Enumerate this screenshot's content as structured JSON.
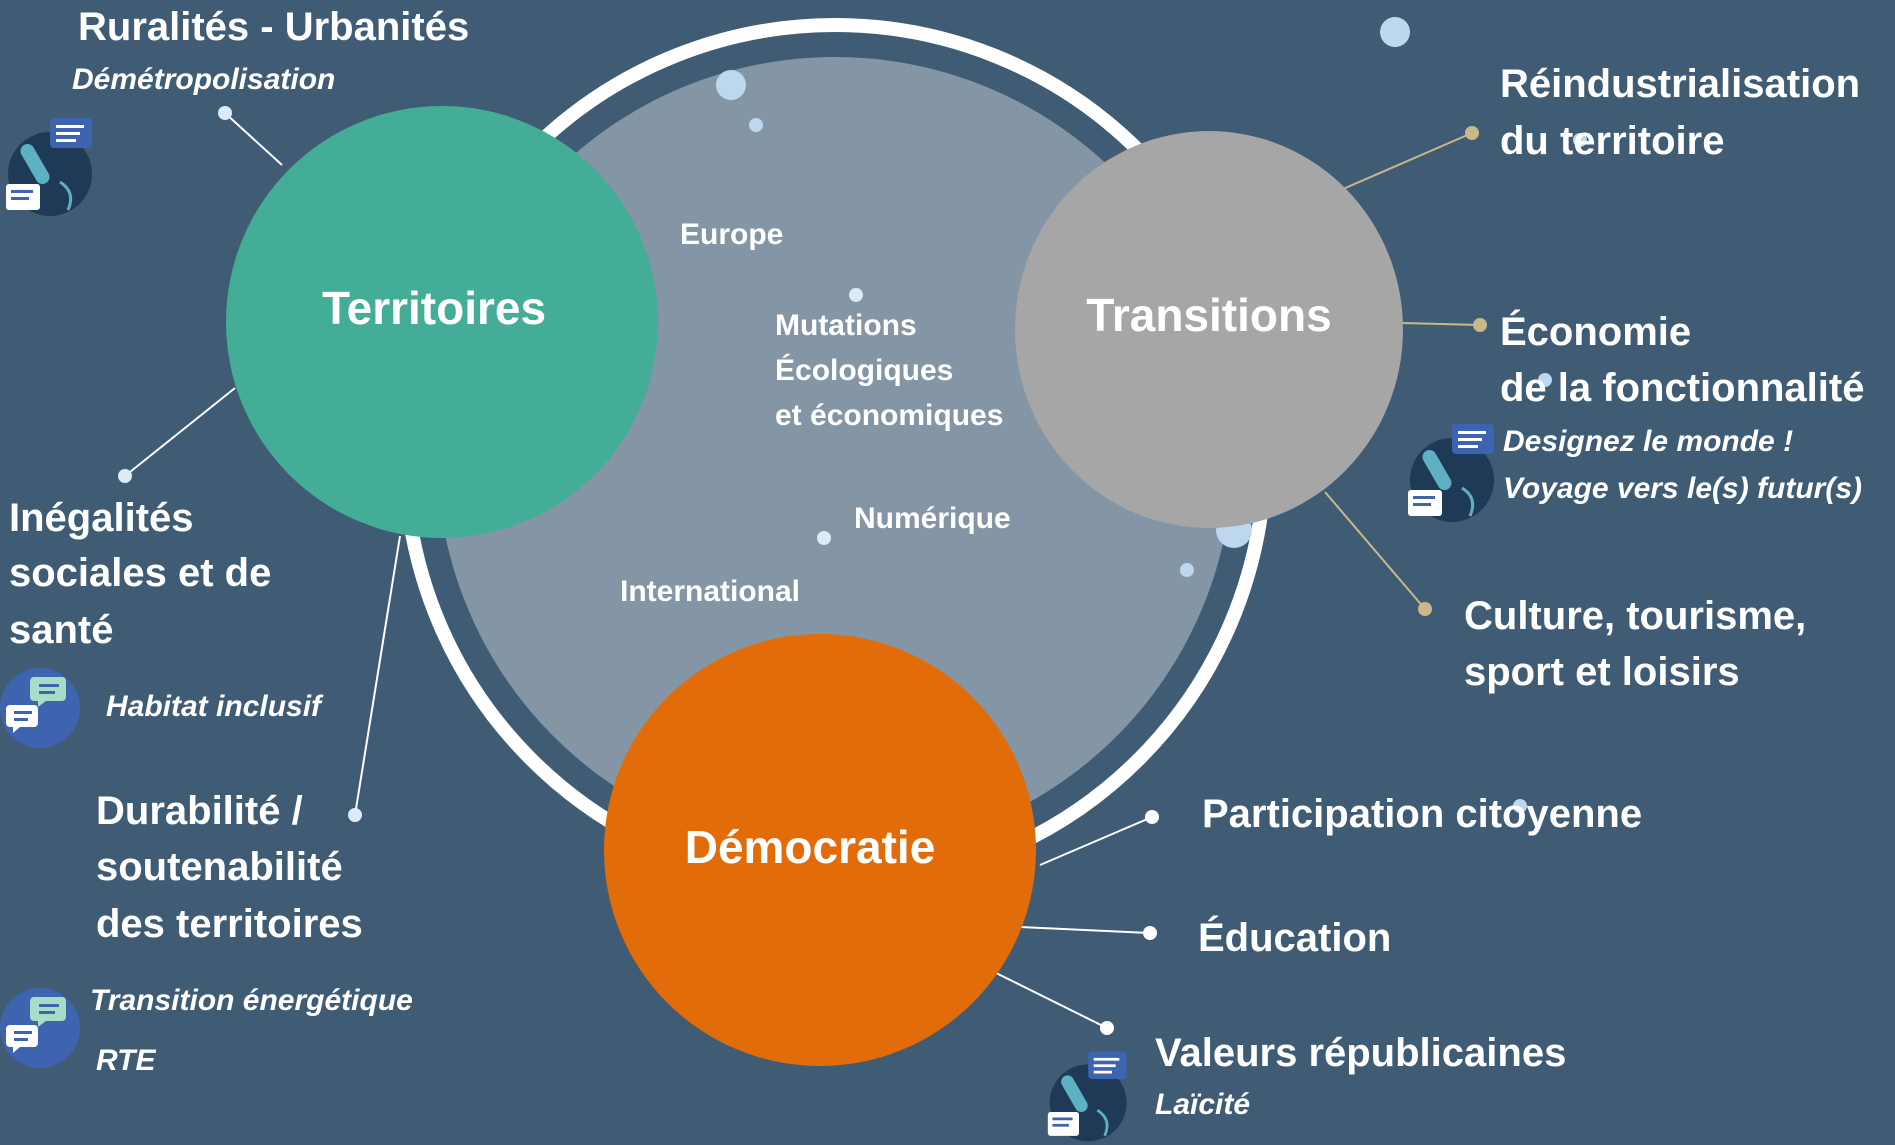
{
  "center": {
    "topics": [
      "Europe",
      "Mutations",
      "Écologiques",
      "et économiques",
      "Numérique",
      "International"
    ]
  },
  "themes": {
    "territoires": "Territoires",
    "transitions": "Transitions",
    "democratie": "Démocratie"
  },
  "territoires": {
    "ruralites": {
      "title": "Ruralités - Urbanités",
      "sub": "Démétropolisation"
    },
    "inegalites": {
      "line1": "Inégalités",
      "line2": "sociales et de",
      "line3": "santé",
      "sub": "Habitat inclusif"
    },
    "durabilite": {
      "line1": "Durabilité /",
      "line2": "soutenabilité",
      "line3": "des territoires",
      "sub1": "Transition énergétique",
      "sub2": "RTE"
    }
  },
  "transitions": {
    "reindus": {
      "line1": "Réindustrialisation",
      "line2": "du territoire"
    },
    "economie": {
      "line1": "Économie",
      "line2": "de la fonctionnalité",
      "sub1": "Designez le monde !",
      "sub2": "Voyage vers le(s) futur(s)"
    },
    "culture": {
      "line1": "Culture, tourisme,",
      "line2": "sport et loisirs"
    }
  },
  "democratie": {
    "participation": "Participation citoyenne",
    "education": "Éducation",
    "valeurs": {
      "title": "Valeurs républicaines",
      "sub": "Laïcité"
    }
  },
  "colors": {
    "background": "#3f5c74",
    "territoires": "#44ad97",
    "transitions": "#a6a6a6",
    "democratie": "#e36c0a",
    "center": "#8496a6"
  },
  "icons": [
    "podcast-icon",
    "chat-bubbles-icon"
  ]
}
